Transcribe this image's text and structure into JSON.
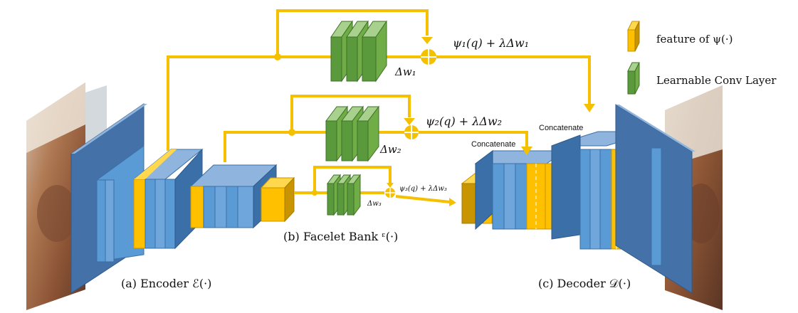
{
  "legend": {
    "feature_label": "feature of ψ(·)",
    "conv_label": "Learnable Conv Layer"
  },
  "captions": {
    "encoder": "(a) Encoder ℰ(·)",
    "facelet_bank": "(b) Facelet Bank ᵋ(·)",
    "decoder": "(c) Decoder 𝒟(·)"
  },
  "branches": {
    "b1": {
      "delta": "Δw₁",
      "formula": "ψ₁(q) + λΔw₁"
    },
    "b2": {
      "delta": "Δw₂",
      "formula": "ψ₂(q) + λΔw₂"
    },
    "b3": {
      "delta": "Δw₃",
      "formula": "ψ₃(q) + λΔw₃"
    }
  },
  "concat": {
    "upper": "Concatenate",
    "lower": "Concatenate"
  },
  "colors": {
    "arrow": "#F5C000",
    "blue": "#5B9BD5",
    "blue_dark": "#3A6FA8",
    "yellow": "#FFC000",
    "yellow_dark": "#C89400",
    "green": "#5B9A3C",
    "green_dark": "#3E7127",
    "green_light": "#A9D18E"
  }
}
